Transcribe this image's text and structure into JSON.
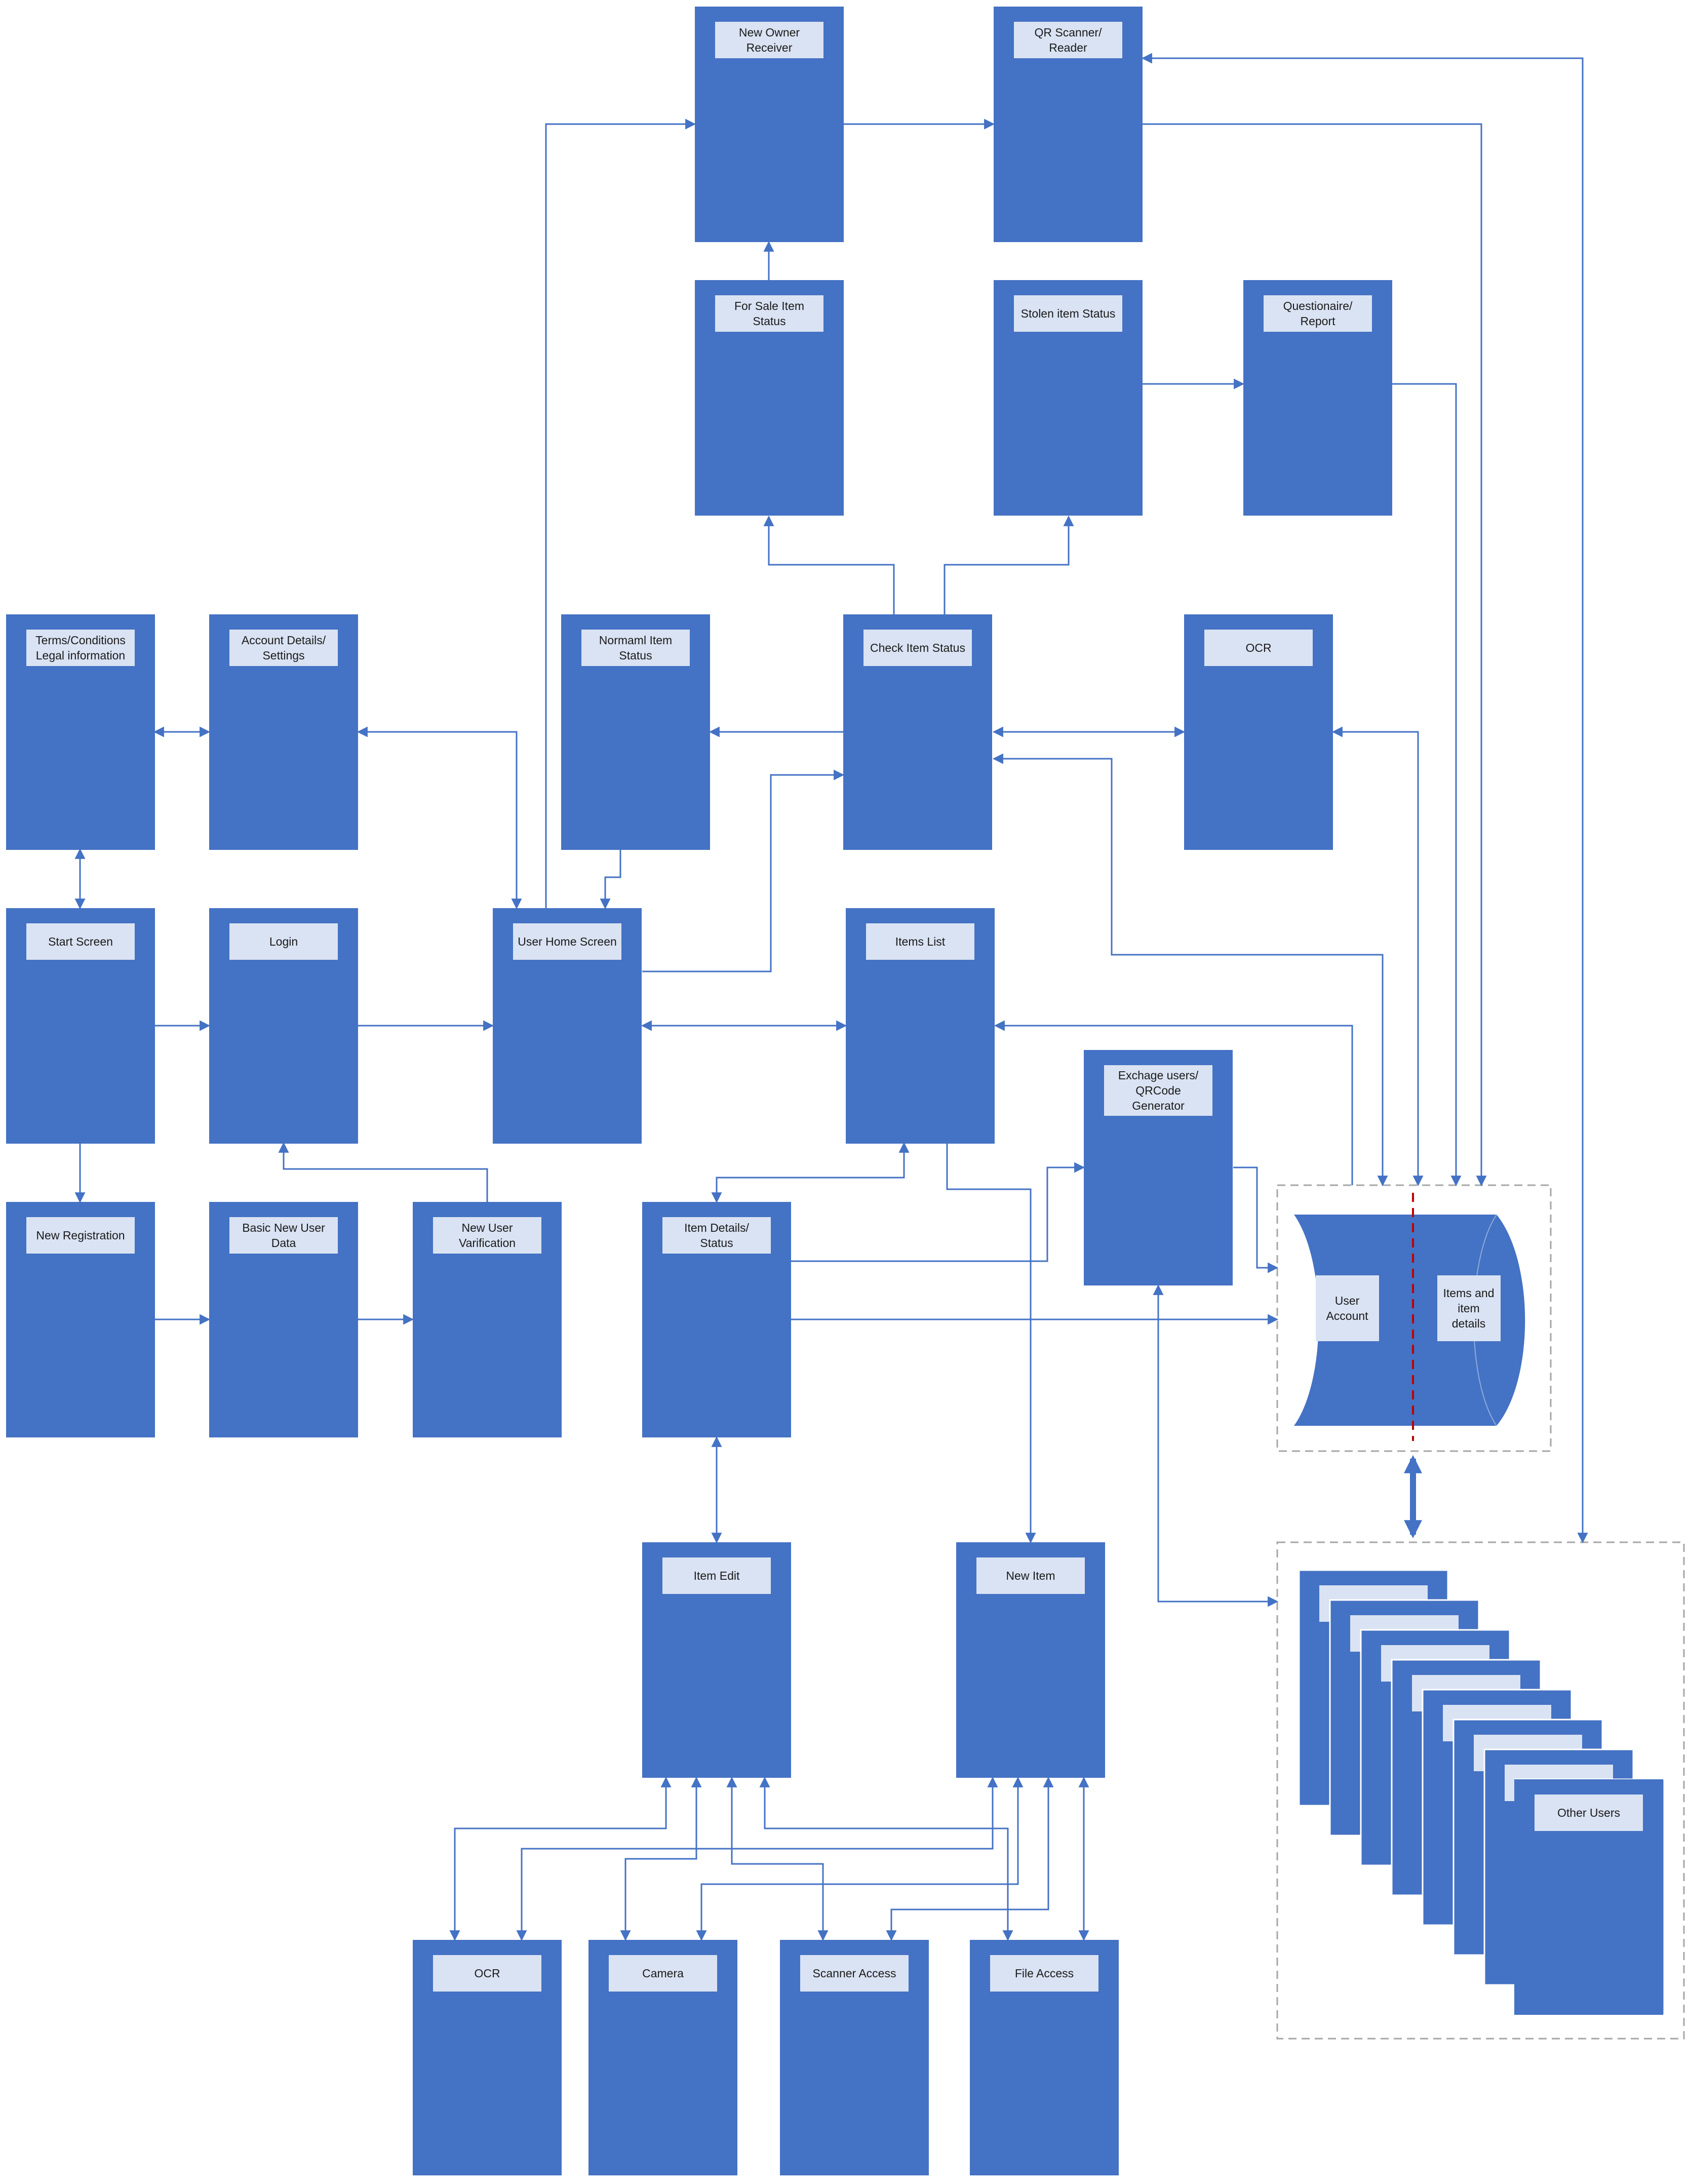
{
  "nodes": {
    "new_owner_receiver": [
      "New Owner",
      "Receiver"
    ],
    "qr_scanner_reader": [
      "QR Scanner/",
      "Reader"
    ],
    "for_sale_item_status": [
      "For Sale Item",
      "Status"
    ],
    "stolen_item_status": [
      "Stolen item Status"
    ],
    "questionaire_report": [
      "Questionaire/",
      "Report"
    ],
    "terms_conditions": [
      "Terms/Conditions",
      "Legal information"
    ],
    "account_details_settings": [
      "Account Details/",
      "Settings"
    ],
    "normal_item_status": [
      "Normaml Item",
      "Status"
    ],
    "check_item_status": [
      "Check Item Status"
    ],
    "ocr_top": [
      "OCR"
    ],
    "start_screen": [
      "Start Screen"
    ],
    "login": [
      "Login"
    ],
    "user_home_screen": [
      "User Home Screen"
    ],
    "items_list": [
      "Items List"
    ],
    "exchange_users_qrcode": [
      "Exchage users/",
      "QRCode",
      "Generator"
    ],
    "new_registration": [
      "New Registration"
    ],
    "basic_new_user_data": [
      "Basic New User",
      "Data"
    ],
    "new_user_verification": [
      "New User",
      "Varification"
    ],
    "item_details_status": [
      "Item Details/",
      "Status"
    ],
    "item_edit": [
      "Item Edit"
    ],
    "new_item": [
      "New Item"
    ],
    "ocr_bottom": [
      "OCR"
    ],
    "camera": [
      "Camera"
    ],
    "scanner_access": [
      "Scanner Access"
    ],
    "file_access": [
      "File Access"
    ],
    "other_users": [
      "Other Users"
    ]
  },
  "database": {
    "user_account": [
      "User",
      "Account"
    ],
    "items_and_item_details": [
      "Items and",
      "item",
      "details"
    ]
  },
  "colors": {
    "node_fill": "#4472C4",
    "label_fill": "#DAE3F3",
    "connector": "#4472C4",
    "group_border": "#A6A6A6",
    "divider": "#C00000"
  }
}
